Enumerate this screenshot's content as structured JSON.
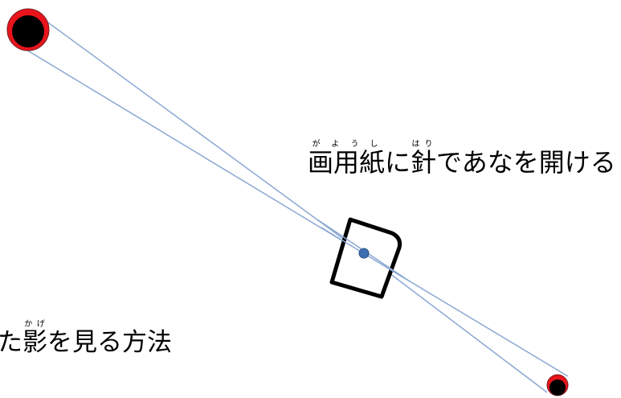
{
  "diagram": {
    "caption_top": {
      "before": "",
      "ruby": [
        {
          "base": "画用紙",
          "reading": "がようし"
        },
        {
          "text": "に"
        },
        {
          "base": "針",
          "reading": "はり"
        },
        {
          "text": "であなを開ける"
        }
      ]
    },
    "caption_bottom": {
      "parts": [
        {
          "text": "た"
        },
        {
          "base": "影",
          "reading": "かげ"
        },
        {
          "text": "を見る方法"
        }
      ]
    },
    "colors": {
      "ray": "#8aa8d4",
      "sun_outer": "#e8141c",
      "sun_inner": "#000000",
      "pinhole": "#3f6fb0",
      "card_stroke": "#000000"
    }
  }
}
